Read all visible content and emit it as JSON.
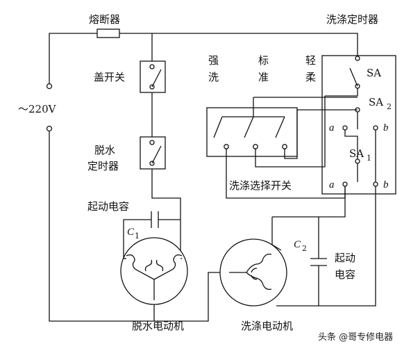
{
  "labels": {
    "fuse": "熔断器",
    "wash_timer": "洗涤定时器",
    "lid_switch": "盖开关",
    "voltage": "～220V",
    "mode_strong_1": "强",
    "mode_strong_2": "洗",
    "mode_standard_1": "标",
    "mode_standard_2": "准",
    "mode_gentle_1": "轻",
    "mode_gentle_2": "柔",
    "sa": "SA",
    "sa2": "SA",
    "sa2_sub": "2",
    "sa1": "SA",
    "sa1_sub": "1",
    "a_top": "a",
    "b_top": "b",
    "a_bottom": "a",
    "b_bottom": "b",
    "spin_timer_1": "脱水",
    "spin_timer_2": "定时器",
    "wash_select": "洗涤选择开关",
    "start_cap_left": "起动电容",
    "c1": "C",
    "c1_sub": "1",
    "c2": "C",
    "c2_sub": "2",
    "start_cap_right_1": "起动",
    "start_cap_right_2": "电容",
    "spin_motor": "脱水电动机",
    "wash_motor": "洗涤电动机",
    "watermark": "头条 @哥专修电器"
  }
}
